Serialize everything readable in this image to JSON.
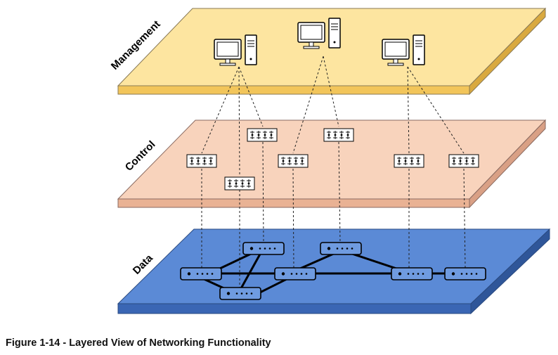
{
  "layers": {
    "management": {
      "label": "Management",
      "top_color": "#fde5a0",
      "side_color": "#f2c55a"
    },
    "control": {
      "label": "Control",
      "top_color": "#f8d3bc",
      "side_color": "#e9b294"
    },
    "data": {
      "label": "Data",
      "top_color": "#5b8ad6",
      "side_color": "#3a66b4"
    }
  },
  "icons": {
    "management": "computer-icon",
    "control": "controller-chip-icon",
    "data": "switch-icon"
  },
  "caption": "Figure 1-14 - Layered View of Networking Functionality"
}
